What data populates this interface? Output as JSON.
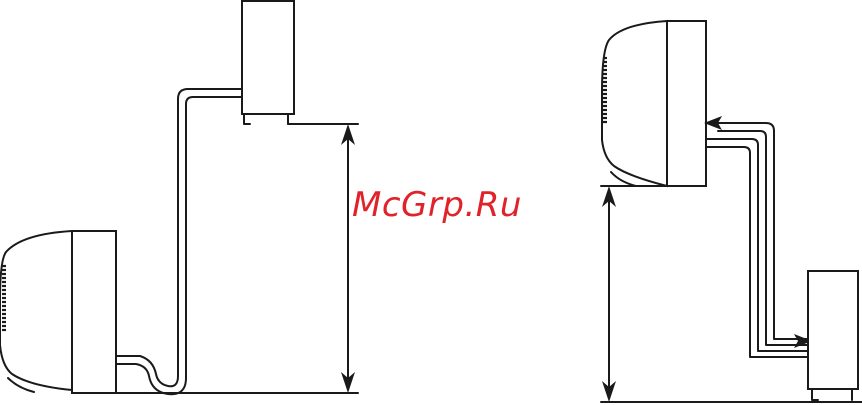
{
  "watermark": {
    "text": "McGrp.Ru",
    "color": "#e0232b"
  },
  "diagram_left": {
    "units": [
      "outdoor-unit-top",
      "indoor-unit-bottom"
    ],
    "connection": "refrigerant-pipes",
    "height_dimension": "vertical-height-arrow"
  },
  "diagram_right": {
    "units": [
      "indoor-unit-top",
      "outdoor-unit-bottom"
    ],
    "connection": "refrigerant-pipes-with-flow-arrows",
    "height_dimension": "vertical-height-arrow"
  },
  "colors": {
    "line": "#1a1a1a",
    "background": "#ffffff"
  }
}
